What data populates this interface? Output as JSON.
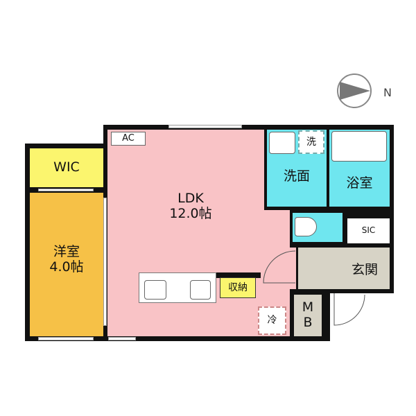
{
  "compass": {
    "label": "N"
  },
  "rooms": {
    "ldk": {
      "name": "LDK",
      "size": "12.0帖"
    },
    "western": {
      "name": "洋室",
      "size": "4.0帖"
    },
    "wic": {
      "name": "WIC"
    },
    "washroom": {
      "name": "洗面"
    },
    "bathroom": {
      "name": "浴室"
    },
    "sic": {
      "name": "SIC"
    },
    "entrance": {
      "name": "玄関"
    },
    "mb": {
      "name": "M\nB"
    },
    "storage": {
      "name": "収納"
    }
  },
  "fixtures": {
    "ac": "AC",
    "washer": "洗",
    "fridge": "冷"
  },
  "colors": {
    "ldk": "#f9c3c6",
    "wet": "#6fe6ef",
    "western": "#f6c147",
    "wic": "#fbf56e",
    "entrance": "#d7d3c6"
  }
}
